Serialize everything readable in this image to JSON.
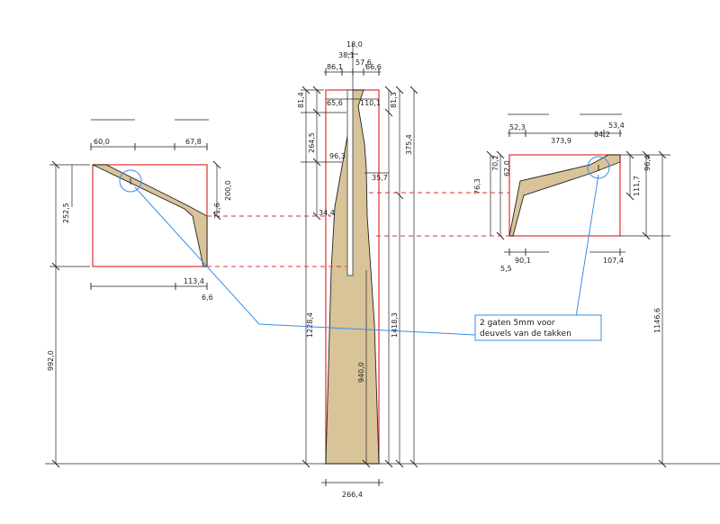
{
  "dimensions": {
    "top": [
      "18,0",
      "38,1",
      "57,6",
      "86,1",
      "66,6"
    ],
    "trunk": [
      "81,4",
      "65,6",
      "110,1",
      "81,3",
      "264,5",
      "375,4",
      "96,3",
      "35,7",
      "34,4",
      "1228,4",
      "940,0",
      "1418,3",
      "266,4"
    ],
    "left_branch": [
      "60,0",
      "67,8",
      "252,5",
      "200,0",
      "71,6",
      "113,4",
      "6,6"
    ],
    "right_branch": [
      "52,3",
      "53,4",
      "373,9",
      "84,2",
      "70,2",
      "76,3",
      "62,0",
      "96,4",
      "111,7",
      "90,1",
      "5,5",
      "107,4"
    ],
    "overall_left": "992,0",
    "overall_right": "1146,6"
  },
  "note": {
    "line1": "2 gaten 5mm voor",
    "line2": "deuvels van de takken"
  },
  "colors": {
    "outline_box": "#e03030",
    "wood": "#d9c49a",
    "callout": "#3a8ee6"
  }
}
